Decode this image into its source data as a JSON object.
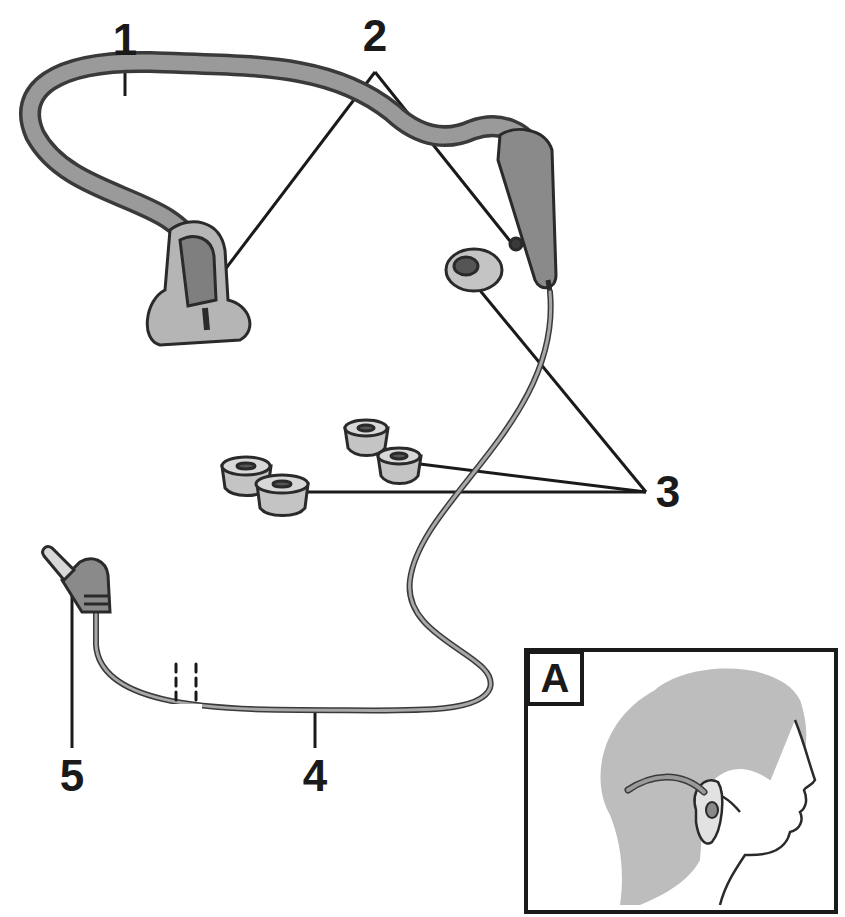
{
  "diagram": {
    "nodes": [
      {
        "text": [
          "A"
        ]
      }
    ],
    "labels": [
      "1",
      "2",
      "3",
      "5",
      "4"
    ]
  }
}
